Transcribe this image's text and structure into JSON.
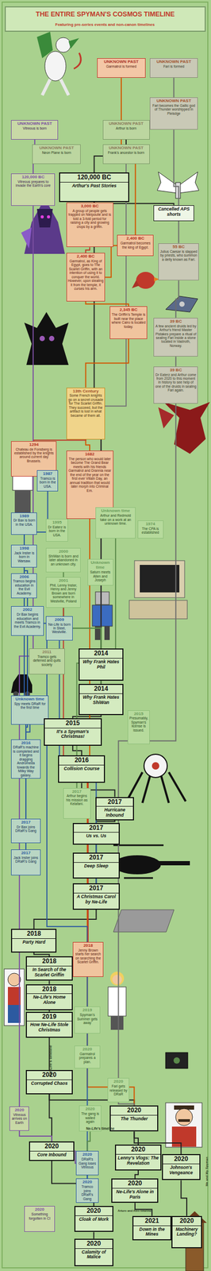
{
  "diagram": {
    "title": "THE ENTIRE SPYMAN'S COSMOS TIMELINE",
    "nodes": [
      {
        "text": [
          "UNKNOWN PAST",
          "Garmatrol is formed"
        ]
      },
      {
        "text": [
          "UNKNOWN PAST",
          "Fari is formed"
        ]
      },
      {
        "text": [
          "UNKNOWN PAST",
          "Fari becomes the Gallic god of Thunder worshipped in Pleisdge"
        ]
      },
      {
        "text": [
          "UNKNOWN PAST",
          "Vitreous is born"
        ]
      },
      {
        "text": [
          "UNKNOWN PAST",
          "Arthur is born"
        ]
      },
      {
        "text": [
          "UNKNOWN PAST",
          "Neon Plane is born"
        ]
      },
      {
        "text": [
          "UNKNOWN PAST",
          "Frank's ancestor is born"
        ]
      },
      {
        "text": [
          "120,000 BC",
          "Vitreous prepares to invade the Earth's core"
        ]
      },
      {
        "text": [
          "120,000 BC",
          "Arthur's Past Stories"
        ]
      },
      {
        "text": [
          "Cancelled APS shorts"
        ]
      },
      {
        "text": [
          "3,000 BC",
          "A group of people gets trapped on Nieipoulie and is told a 3-fold period for raising a city and growing crops by a griffin."
        ]
      },
      {
        "text": [
          "2,400 BC",
          "Garmatrol becomes the king of Egypt."
        ]
      },
      {
        "text": [
          "55 BC",
          "Julius Caesar is slapped by priests, who summon a deity known as Fari."
        ]
      },
      {
        "text": [
          "2,400 BC",
          "Garmatrol, as King of Egypt, goes to The Scarlet Griffin, with an intention of using it to conquer the world. However, upon stealing it from the temple, it curses his arm."
        ]
      },
      {
        "text": [
          "2,345 BC",
          "The Griffin's Temple is built near the place where Cairo is located today."
        ]
      },
      {
        "text": [
          "39 BC",
          "A few ancient druids led by Arthur's friend Master Pistakes prepare a ritual of sealing Fari inside a stone located in Vastroth, Norway."
        ]
      },
      {
        "text": [
          "39 BC",
          "Dr Eaterz and Arthur come from 2020 to this moment in history to see help of one of the druids in sealing Fari again."
        ]
      },
      {
        "text": [
          "13th Century",
          "Some French knights go on a secret crusade for The Scarlet Griffin. They succeed, but the artifact is lost in what became of them all."
        ]
      },
      {
        "text": [
          "1294",
          "Chateau de Fonsberg is established by the knights around current day Brussels."
        ]
      },
      {
        "text": [
          "1682",
          "The person who would later become The Grand Bear meets with his friends Garmatrol and Drannia near the end of the year on the first ever Villain Day, an annual tradition that would later morph into Criminal Em."
        ]
      },
      {
        "text": [
          "1987",
          "Tramco is born in the USA."
        ]
      },
      {
        "text": [
          "1989",
          "Dr Bax is born in the USA."
        ]
      },
      {
        "text": [
          "1995",
          "Dr Eaterz is born in the USA."
        ]
      },
      {
        "text": [
          "Unknown time",
          "Arthur and Redmold take on a work at an unknown time."
        ]
      },
      {
        "text": [
          "1974",
          "The CPA is established"
        ]
      },
      {
        "text": [
          "1998",
          "Jack Inster is born in Warsaw."
        ]
      },
      {
        "text": [
          "2000",
          "ShiWan is born and later abandoned in an unknown city."
        ]
      },
      {
        "text": [
          "Unknown time",
          "Saturn meets Allen and Joseph"
        ]
      },
      {
        "text": [
          "2006",
          "Tramco begins education in the Evil Academy."
        ]
      },
      {
        "text": [
          "2001",
          "Phil, Lenny Inster, Henry and Jenny Brown are born somewhere in Westville, Poland"
        ]
      },
      {
        "text": [
          "2002",
          "Dr Bax begins education and meets Tramco in the Evil Academy."
        ]
      },
      {
        "text": [
          "2009",
          "Ne-Life is born in Steel, Westville."
        ]
      },
      {
        "text": [
          "2011",
          "Tramco gets deferred and quits society"
        ]
      },
      {
        "text": [
          "2014",
          "Why Frank Hates Phil"
        ]
      },
      {
        "text": [
          "2014",
          "Why Frank Hates ShiWan"
        ]
      },
      {
        "text": [
          "Unknown time",
          "Spy meets DRaR for the first time"
        ]
      },
      {
        "text": [
          "2015",
          "Presumably, Spyman's license is issued."
        ]
      },
      {
        "text": [
          "2015",
          "It's a Spyman's Christmas!"
        ]
      },
      {
        "text": [
          "2016",
          "Collision Course"
        ]
      },
      {
        "text": [
          "2016",
          "DRaR's machine is completed and it begins dragging Andromeda towards the Milky Way galaxy."
        ]
      },
      {
        "text": [
          "2017",
          "Arthur begins his mission as Kelafani."
        ]
      },
      {
        "text": [
          "2017",
          "Hurricane Inbound"
        ]
      },
      {
        "text": [
          "2017",
          "Dr Bax joins DRaR's Gang"
        ]
      },
      {
        "text": [
          "2017",
          "Us vs. Us"
        ]
      },
      {
        "text": [
          "2017",
          "Jack Inster joins DRaR's Gang"
        ]
      },
      {
        "text": [
          "2017",
          "Deep Sleep"
        ]
      },
      {
        "text": [
          "2017",
          "A Christmas Carol by Ne-Life"
        ]
      },
      {
        "text": [
          "2018",
          "Party Hard"
        ]
      },
      {
        "text": [
          "2018",
          "Jenny Brown starts her search on searching the Scarlet Griffin."
        ]
      },
      {
        "text": [
          "2018",
          "In Search of the Scarlet Griffin"
        ]
      },
      {
        "text": [
          "2018",
          "Ne-Life's Home Alone"
        ]
      },
      {
        "text": [
          "2019",
          "Spyman's Summer gets away"
        ]
      },
      {
        "text": [
          "2019",
          "How Ne-Life Stole Christmas"
        ]
      },
      {
        "text": [
          "2020",
          "Garmatrol prepares a plan."
        ]
      },
      {
        "text": [
          "2020",
          "Corrupted Chaos"
        ]
      },
      {
        "text": [
          "2020",
          "Fari gets released by DRaR"
        ]
      },
      {
        "text": [
          "2020",
          "Vitreous arrives on Earth"
        ]
      },
      {
        "text": [
          "2020",
          "The gang is walled again"
        ]
      },
      {
        "text": [
          "2020",
          "The Thunder"
        ]
      },
      {
        "text": [
          "2020",
          "Core Inbound"
        ]
      },
      {
        "text": [
          "2020",
          "Lenny's Vlogs: The Revelation"
        ]
      },
      {
        "text": [
          "2020",
          "DRaR's Gang loses Vitreous"
        ]
      },
      {
        "text": [
          "2020",
          "Johnson's Vengeance"
        ]
      },
      {
        "text": [
          "2020",
          "Tramco joins DRaR's Gang"
        ]
      },
      {
        "text": [
          "2020",
          "Ne-Life's Alone in Paris"
        ]
      },
      {
        "text": [
          "2020",
          "Something forgotten in CI"
        ]
      },
      {
        "text": [
          "2020",
          "Cloak of Mork"
        ]
      },
      {
        "text": [
          "2021",
          "Down in the Mines"
        ]
      },
      {
        "text": [
          "2020",
          "Machinery Landing?"
        ]
      },
      {
        "text": [
          "2020",
          "Calamity of Malice"
        ]
      }
    ],
    "edges": [
      {
        "from": 4,
        "to": 8,
        "arrow": "none"
      },
      {
        "from": 8,
        "to": 9,
        "arrow": "none"
      },
      {
        "from": 6,
        "to": 33,
        "arrow": "none"
      },
      {
        "from": 8,
        "to": 33,
        "arrow": "none"
      },
      {
        "from": 33,
        "to": 34,
        "arrow": "none"
      },
      {
        "from": 34,
        "to": 37,
        "arrow": "none"
      },
      {
        "from": 37,
        "to": 38,
        "arrow": "none"
      },
      {
        "from": 38,
        "to": 41,
        "arrow": "none"
      },
      {
        "from": 41,
        "to": 43,
        "arrow": "none"
      },
      {
        "from": 43,
        "to": 45,
        "arrow": "none"
      },
      {
        "from": 45,
        "to": 46,
        "arrow": "none"
      },
      {
        "from": 46,
        "to": 47,
        "arrow": "none"
      },
      {
        "from": 47,
        "to": 49,
        "arrow": "none"
      },
      {
        "from": 49,
        "to": 50,
        "arrow": "none"
      },
      {
        "from": 50,
        "to": 52,
        "arrow": "none"
      },
      {
        "from": 52,
        "to": 54,
        "arrow": "none"
      },
      {
        "from": 54,
        "to": 59,
        "arrow": "none"
      },
      {
        "from": 59,
        "to": 66,
        "arrow": "none"
      },
      {
        "from": 66,
        "to": 69,
        "arrow": "none"
      },
      {
        "from": 54,
        "to": 58,
        "arrow": "none"
      },
      {
        "from": 58,
        "to": 60,
        "arrow": "none"
      },
      {
        "from": 60,
        "to": 64,
        "arrow": "none"
      },
      {
        "from": 64,
        "to": 67,
        "arrow": "none"
      },
      {
        "from": 58,
        "to": 62,
        "arrow": "none"
      },
      {
        "from": 62,
        "to": 68,
        "arrow": "none"
      },
      {
        "from": 3,
        "to": 7,
        "arrow": "none"
      },
      {
        "from": 7,
        "to": 56,
        "arrow": "none"
      },
      {
        "from": 56,
        "to": 59,
        "arrow": "none"
      },
      {
        "from": 59,
        "to": 61,
        "arrow": "none"
      },
      {
        "from": 0,
        "to": 11,
        "arrow": "none"
      },
      {
        "from": 11,
        "to": 13,
        "arrow": "none"
      },
      {
        "from": 10,
        "to": 13,
        "arrow": "none"
      },
      {
        "from": 13,
        "to": 14,
        "arrow": "none"
      },
      {
        "from": 14,
        "to": 17,
        "arrow": "none"
      },
      {
        "from": 17,
        "to": 19,
        "arrow": "none"
      },
      {
        "from": 17,
        "to": 18,
        "arrow": "none"
      },
      {
        "from": 19,
        "to": 53,
        "arrow": "none"
      },
      {
        "from": 53,
        "to": 58,
        "arrow": "none"
      },
      {
        "from": 1,
        "to": 2,
        "arrow": "none"
      },
      {
        "from": 2,
        "to": 12,
        "arrow": "none"
      },
      {
        "from": 12,
        "to": 15,
        "arrow": "none"
      },
      {
        "from": 15,
        "to": 16,
        "arrow": "none"
      },
      {
        "from": 16,
        "to": 55,
        "arrow": "none"
      },
      {
        "from": 55,
        "to": 58,
        "arrow": "none"
      },
      {
        "from": 20,
        "to": 28,
        "arrow": "none"
      },
      {
        "from": 28,
        "to": 32,
        "arrow": "none"
      },
      {
        "from": 32,
        "to": 63,
        "arrow": "none"
      },
      {
        "from": 21,
        "to": 30,
        "arrow": "none"
      },
      {
        "from": 30,
        "to": 42,
        "arrow": "none"
      },
      {
        "from": 25,
        "to": 44,
        "arrow": "none"
      },
      {
        "from": 31,
        "to": 46,
        "arrow": "none"
      },
      {
        "from": 26,
        "to": 34,
        "arrow": "none"
      },
      {
        "from": 29,
        "to": 33,
        "arrow": "none"
      },
      {
        "from": 35,
        "to": 39,
        "arrow": "none"
      },
      {
        "from": 39,
        "to": 42,
        "arrow": "none"
      },
      {
        "from": 23,
        "to": 40,
        "arrow": "none"
      },
      {
        "from": 57,
        "to": 61,
        "arrow": "none"
      },
      {
        "from": 61,
        "to": 63,
        "arrow": "none"
      },
      {
        "from": 29,
        "to": 48,
        "arrow": "none"
      },
      {
        "from": 48,
        "to": 49,
        "arrow": "none"
      }
    ],
    "labels": [
      "Featuring pre-series events and non-canon timelines",
      "Ne-Life's timeline",
      "Ne-Life's timeline",
      "Arturo and Alvo timeline",
      "Me and My Spyman"
    ]
  }
}
